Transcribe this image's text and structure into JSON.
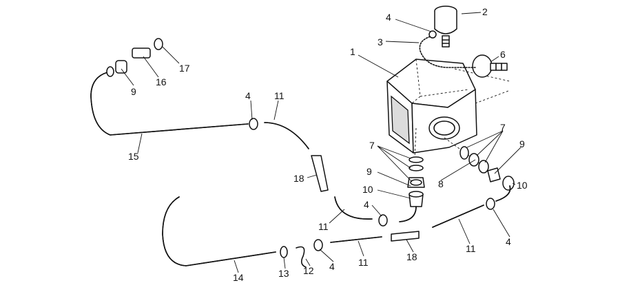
{
  "callouts": [
    {
      "id": "c1",
      "label": "1"
    },
    {
      "id": "c2",
      "label": "2"
    },
    {
      "id": "c3",
      "label": "3"
    },
    {
      "id": "c4a",
      "label": "4"
    },
    {
      "id": "c6",
      "label": "6"
    },
    {
      "id": "c7a",
      "label": "7"
    },
    {
      "id": "c7b",
      "label": "7"
    },
    {
      "id": "c9a",
      "label": "9"
    },
    {
      "id": "c9b",
      "label": "9"
    },
    {
      "id": "c10a",
      "label": "10"
    },
    {
      "id": "c10b",
      "label": "10"
    },
    {
      "id": "c8",
      "label": "8"
    },
    {
      "id": "c17",
      "label": "17"
    },
    {
      "id": "c16",
      "label": "16"
    },
    {
      "id": "c9c",
      "label": "9"
    },
    {
      "id": "c4b",
      "label": "4"
    },
    {
      "id": "c11a",
      "label": "11"
    },
    {
      "id": "c15",
      "label": "15"
    },
    {
      "id": "c18a",
      "label": "18"
    },
    {
      "id": "c4c",
      "label": "4"
    },
    {
      "id": "c11b",
      "label": "11"
    },
    {
      "id": "c11c",
      "label": "11"
    },
    {
      "id": "c4d",
      "label": "4"
    },
    {
      "id": "c18b",
      "label": "18"
    },
    {
      "id": "c11d",
      "label": "11"
    },
    {
      "id": "c4e",
      "label": "4"
    },
    {
      "id": "c12",
      "label": "12"
    },
    {
      "id": "c13",
      "label": "13"
    },
    {
      "id": "c14",
      "label": "14"
    }
  ]
}
